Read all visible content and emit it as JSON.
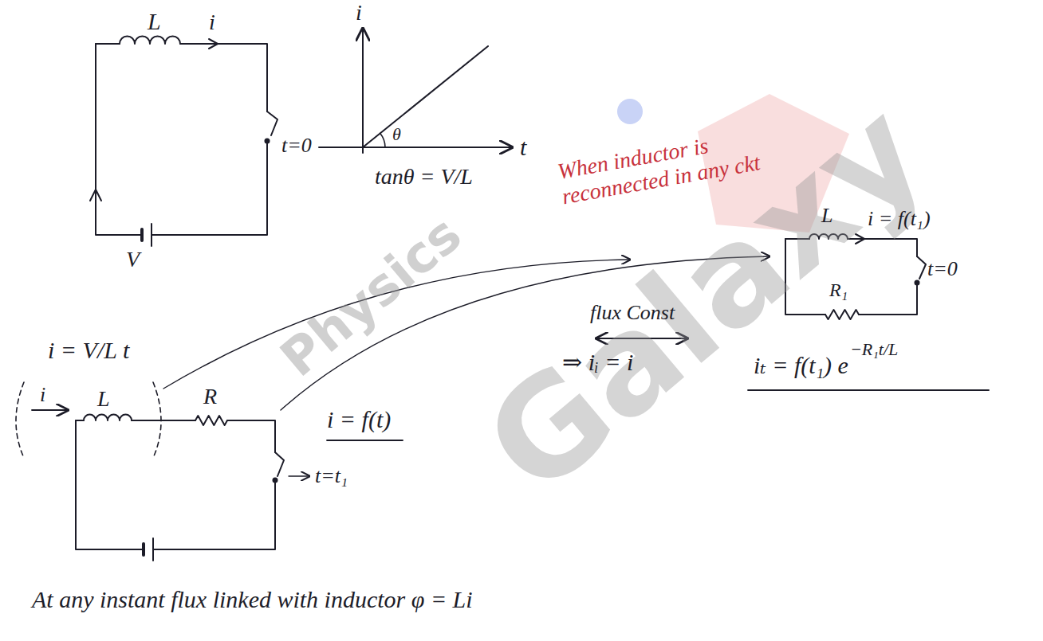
{
  "diagram": {
    "labels": [
      "L",
      "i",
      "i",
      "θ",
      "t",
      "t=0",
      "tanθ = V/L",
      "When inductor is reconnected in any ckt",
      "V",
      "L",
      "i = f(t₁)",
      "t=0",
      "R₁",
      "i = V/L t",
      "flux Const",
      "⇒ iᵢ = i",
      "iₜ = f(t₁) e",
      "−R₁t/L",
      "i",
      "L",
      "R",
      "i = f(t)",
      "t=t₁",
      "At any instant flux linked with inductor φ = Li",
      "Physics",
      "Galaxy"
    ]
  }
}
